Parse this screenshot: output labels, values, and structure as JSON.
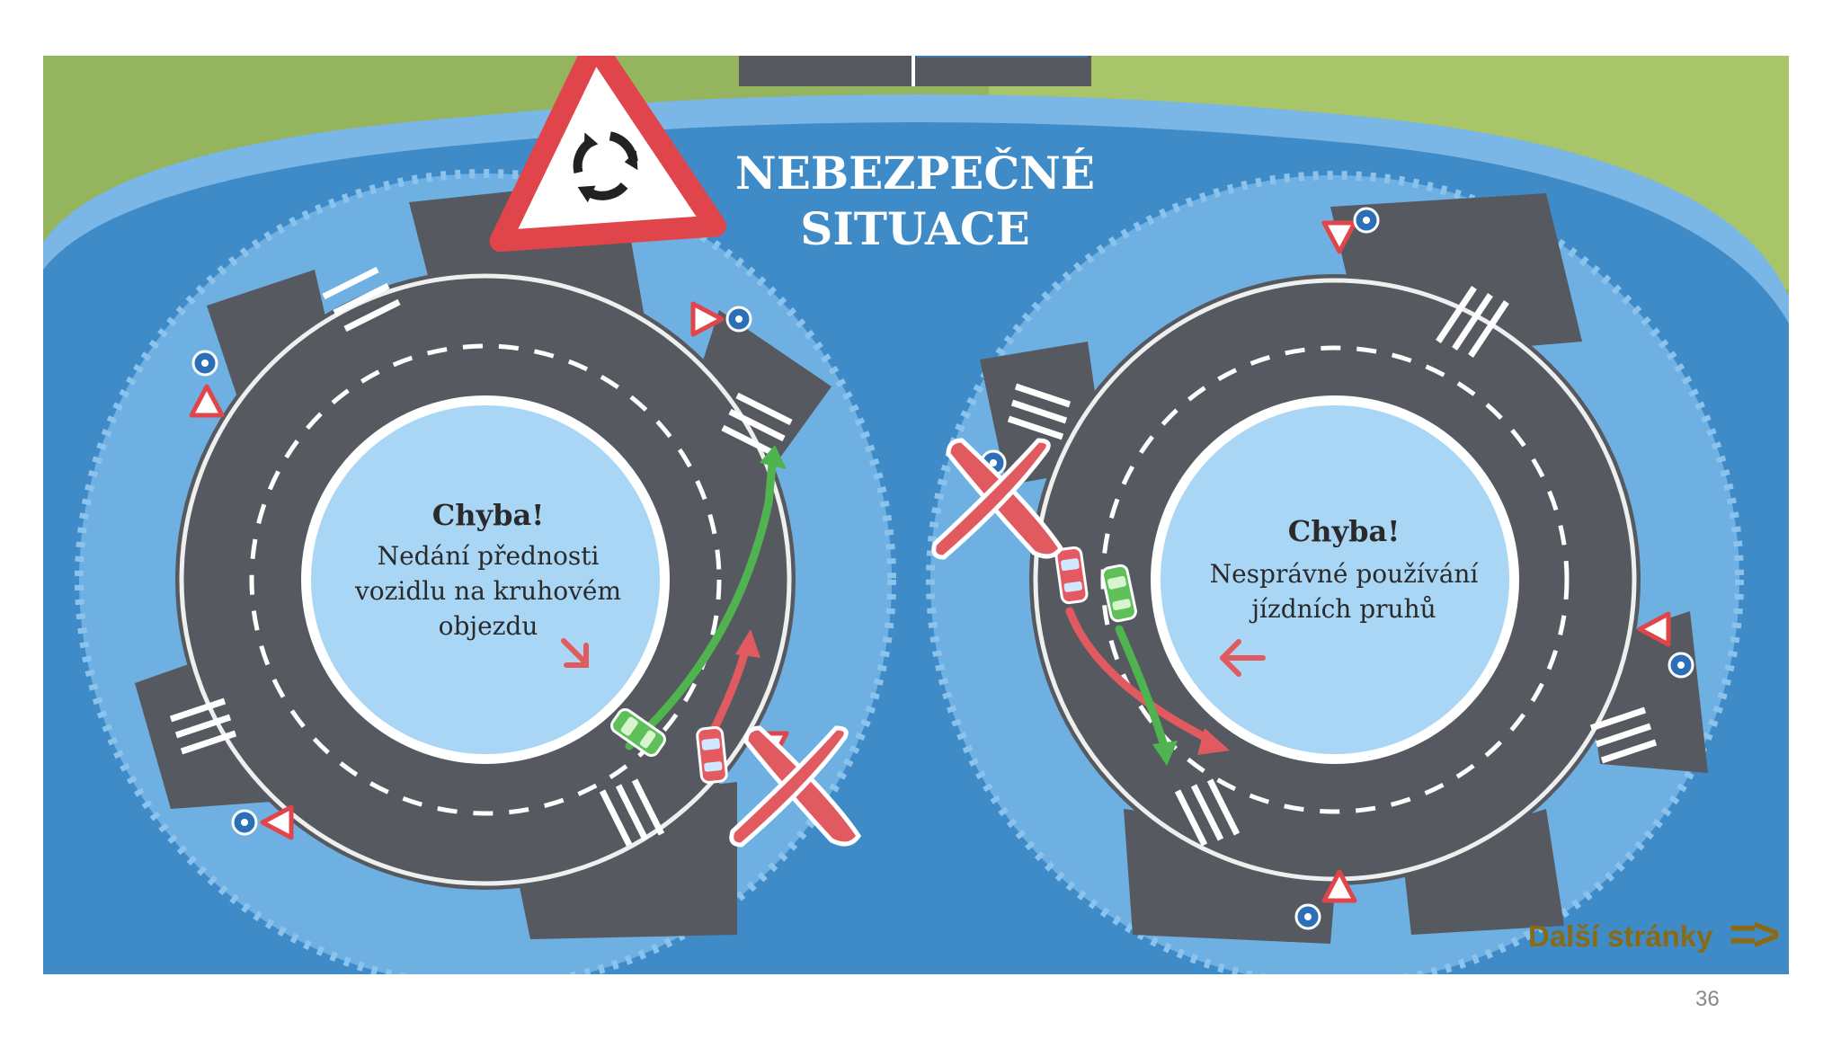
{
  "title_line1": "NEBEZPEČNÉ",
  "title_line2": "SITUACE",
  "left_panel": {
    "heading": "Chyba!",
    "lines": [
      "Nedání přednosti",
      "vozidlu na kruhovém",
      "objezdu"
    ]
  },
  "right_panel": {
    "heading": "Chyba!",
    "lines": [
      "Nesprávné používání",
      "jízdních pruhů"
    ]
  },
  "nav": {
    "next_label": "Další stránky",
    "next_arrow": "=>"
  },
  "page_number": "36",
  "colors": {
    "grass_dark": "#8aab5a",
    "grass_light": "#a7c466",
    "water_dark": "#3f8bc8",
    "water_light": "#6fb0e2",
    "road": "#56595f",
    "island": "#a9d6f5",
    "error_red": "#e05a5f",
    "ok_green": "#4fb34f",
    "nav_text": "#8a6a12"
  },
  "icons": [
    "roundabout-warning-sign",
    "error-cross-icon",
    "direction-arrow-icon",
    "traffic-sign-icon"
  ]
}
